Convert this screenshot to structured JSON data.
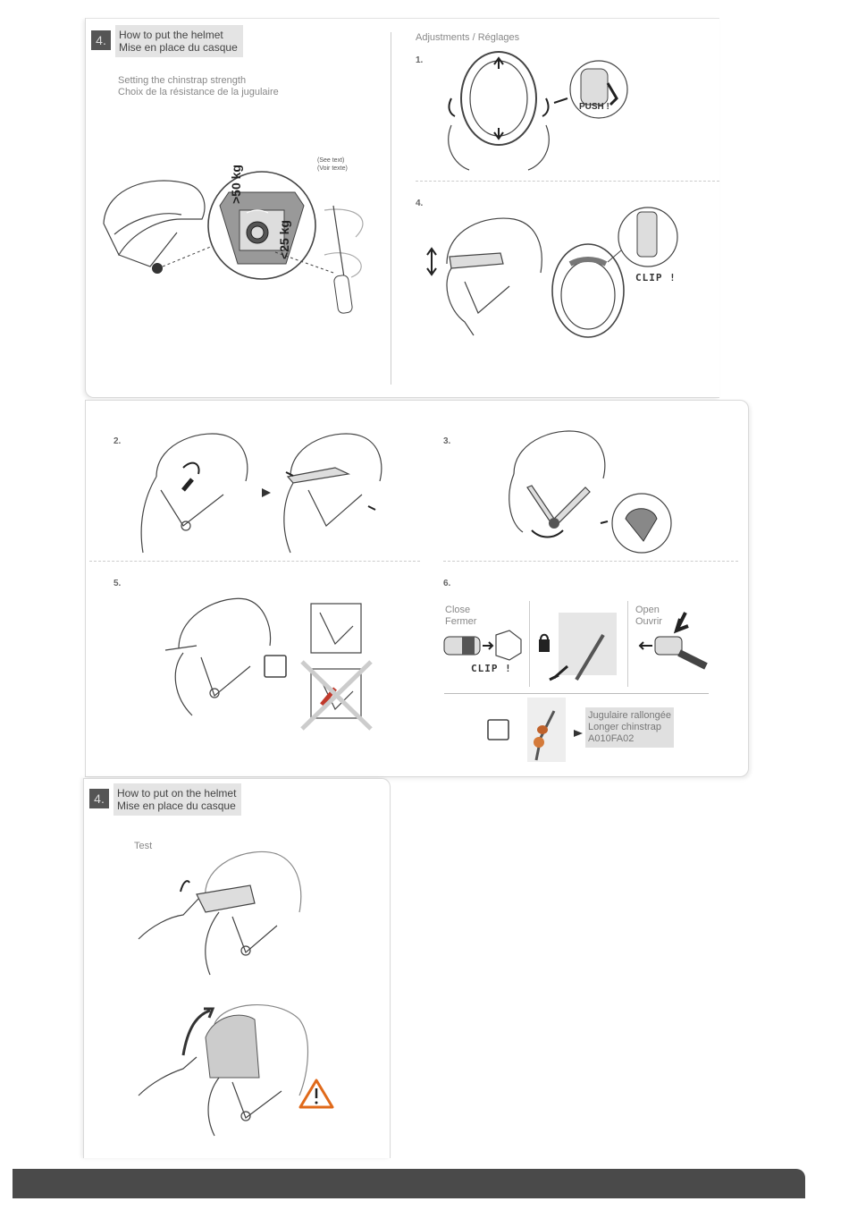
{
  "panel1": {
    "section_number": "4.",
    "title_en": "How to put the helmet",
    "title_fr": "Mise en place du casque",
    "subtitle_en": "Setting the chinstrap strength",
    "subtitle_fr": "Choix de la résistance de la jugulaire",
    "see_text_en": "(See text)",
    "see_text_fr": "(Voir texte)",
    "dial_left": ">50 kg",
    "dial_right": "<25 kg",
    "adjustments": "Adjustments / Réglages",
    "step1": "1.",
    "push_label": "PUSH !",
    "step4": "4.",
    "clip_label": "CLIP !"
  },
  "panel2": {
    "step2": "2.",
    "step3": "3.",
    "step5": "5.",
    "step6": "6.",
    "close_en": "Close",
    "close_fr": "Fermer",
    "open_en": "Open",
    "open_fr": "Ouvrir",
    "clip_label": "CLIP !",
    "longer_fr": "Jugulaire rallongée",
    "longer_en": "Longer chinstrap",
    "longer_ref": "A010FA02"
  },
  "panel3": {
    "section_number": "4.",
    "title_en": "How to put on the helmet",
    "title_fr": "Mise en place du casque",
    "test_label": "Test"
  },
  "colors": {
    "warning": "#e06a1b",
    "chin_red": "#c0392b",
    "footer": "#4a4a4a"
  }
}
